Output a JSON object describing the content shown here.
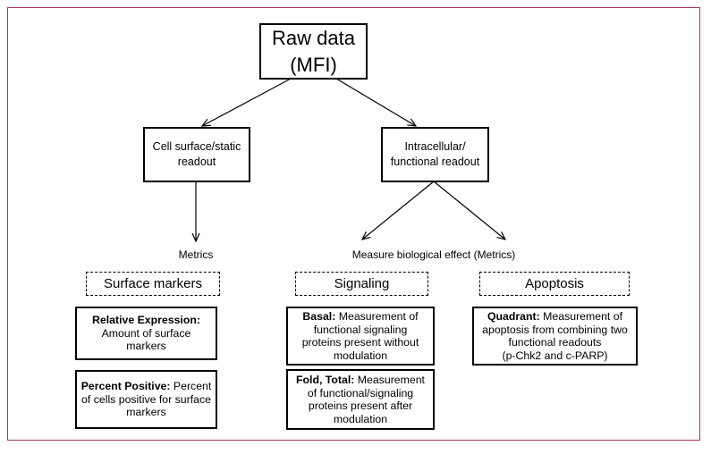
{
  "root": {
    "line1": "Raw data",
    "line2": "(MFI)"
  },
  "left_readout": {
    "line1": "Cell surface/static",
    "line2": "readout"
  },
  "right_readout": {
    "line1": "Intracellular/",
    "line2": "functional readout"
  },
  "left_metrics_label": "Metrics",
  "right_metrics_label": "Measure biological effect (Metrics)",
  "categories": {
    "surface": "Surface markers",
    "signaling": "Signaling",
    "apoptosis": "Apoptosis"
  },
  "cards": {
    "relative_expression": {
      "title": "Relative Expression:",
      "line1": "Amount of surface markers"
    },
    "percent_positive": {
      "title": "Percent Positive:",
      "rest1": "Percent",
      "line2": "of cells positive for surface",
      "line3": "markers"
    },
    "basal": {
      "title": "Basal:",
      "rest1": "Measurement of",
      "line2": "functional signaling",
      "line3": "proteins present without",
      "line4": "modulation"
    },
    "fold_total": {
      "title": "Fold, Total:",
      "rest1": "Measurement",
      "line2": "of functional/signaling",
      "line3": "proteins present after",
      "line4": "modulation"
    },
    "quadrant": {
      "title": "Quadrant:",
      "rest1": "Measurement of",
      "line2": "apoptosis from combining two",
      "line3": "functional readouts",
      "line4": "(p-Chk2 and c-PARP)"
    }
  },
  "colors": {
    "frame": "#b0306a",
    "ink": "#000000"
  }
}
